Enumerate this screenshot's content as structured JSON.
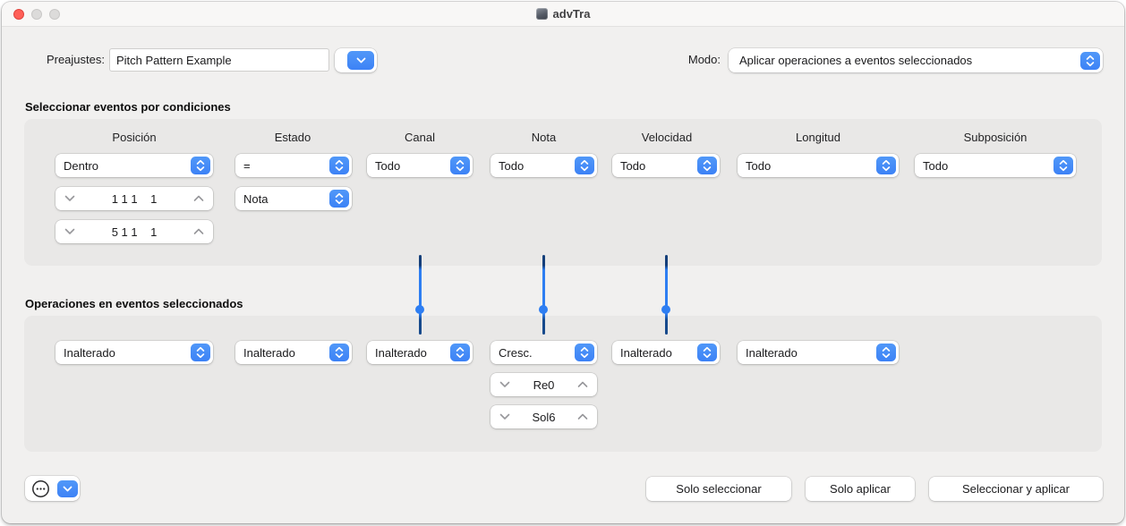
{
  "window": {
    "title": "advTra"
  },
  "header": {
    "presets_label": "Preajustes:",
    "preset_name": "Pitch Pattern Example",
    "mode_label": "Modo:",
    "mode_value": "Aplicar operaciones a eventos seleccionados"
  },
  "conditions": {
    "section_title": "Seleccionar eventos por condiciones",
    "columns": [
      "Posición",
      "Estado",
      "Canal",
      "Nota",
      "Velocidad",
      "Longitud",
      "Subposición"
    ],
    "selectors": [
      "Dentro",
      "=",
      "Todo",
      "Todo",
      "Todo",
      "Todo",
      "Todo"
    ],
    "status_type": "Nota",
    "position_start": "1 1 1    1",
    "position_end": "5 1 1    1"
  },
  "operations": {
    "section_title": "Operaciones en eventos seleccionados",
    "selectors": [
      "Inalterado",
      "Inalterado",
      "Inalterado",
      "Cresc.",
      "Inalterado",
      "Inalterado"
    ],
    "pitch_start": "Re0",
    "pitch_end": "Sol6"
  },
  "footer": {
    "select_only": "Solo seleccionar",
    "apply_only": "Solo aplicar",
    "select_and_apply": "Seleccionar y aplicar"
  },
  "colors": {
    "accent": "#3d82f6",
    "accent_highlight": "#5198f8",
    "connector": "#2e7ef2",
    "close_button": "#ff5f57"
  }
}
